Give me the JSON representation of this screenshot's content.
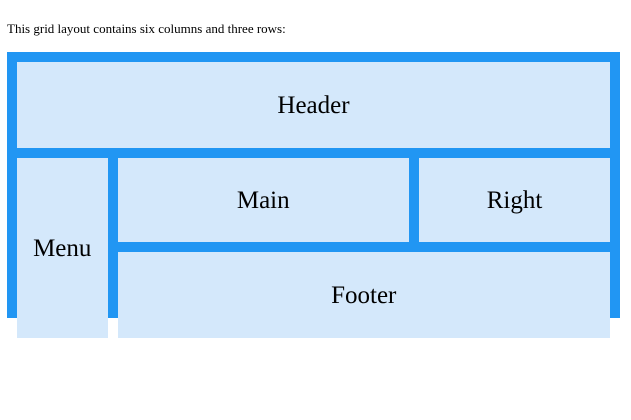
{
  "page": {
    "caption": "This grid layout contains six columns and three rows:"
  },
  "colors": {
    "grid_background": "#2196f3",
    "cell_background": "#d4e8fb",
    "text": "#000000",
    "page_background": "#ffffff"
  },
  "grid": {
    "columns": 6,
    "rows": 3,
    "cells": [
      {
        "key": "header",
        "label": "Header"
      },
      {
        "key": "menu",
        "label": "Menu"
      },
      {
        "key": "main",
        "label": "Main"
      },
      {
        "key": "right",
        "label": "Right"
      },
      {
        "key": "footer",
        "label": "Footer"
      }
    ]
  }
}
